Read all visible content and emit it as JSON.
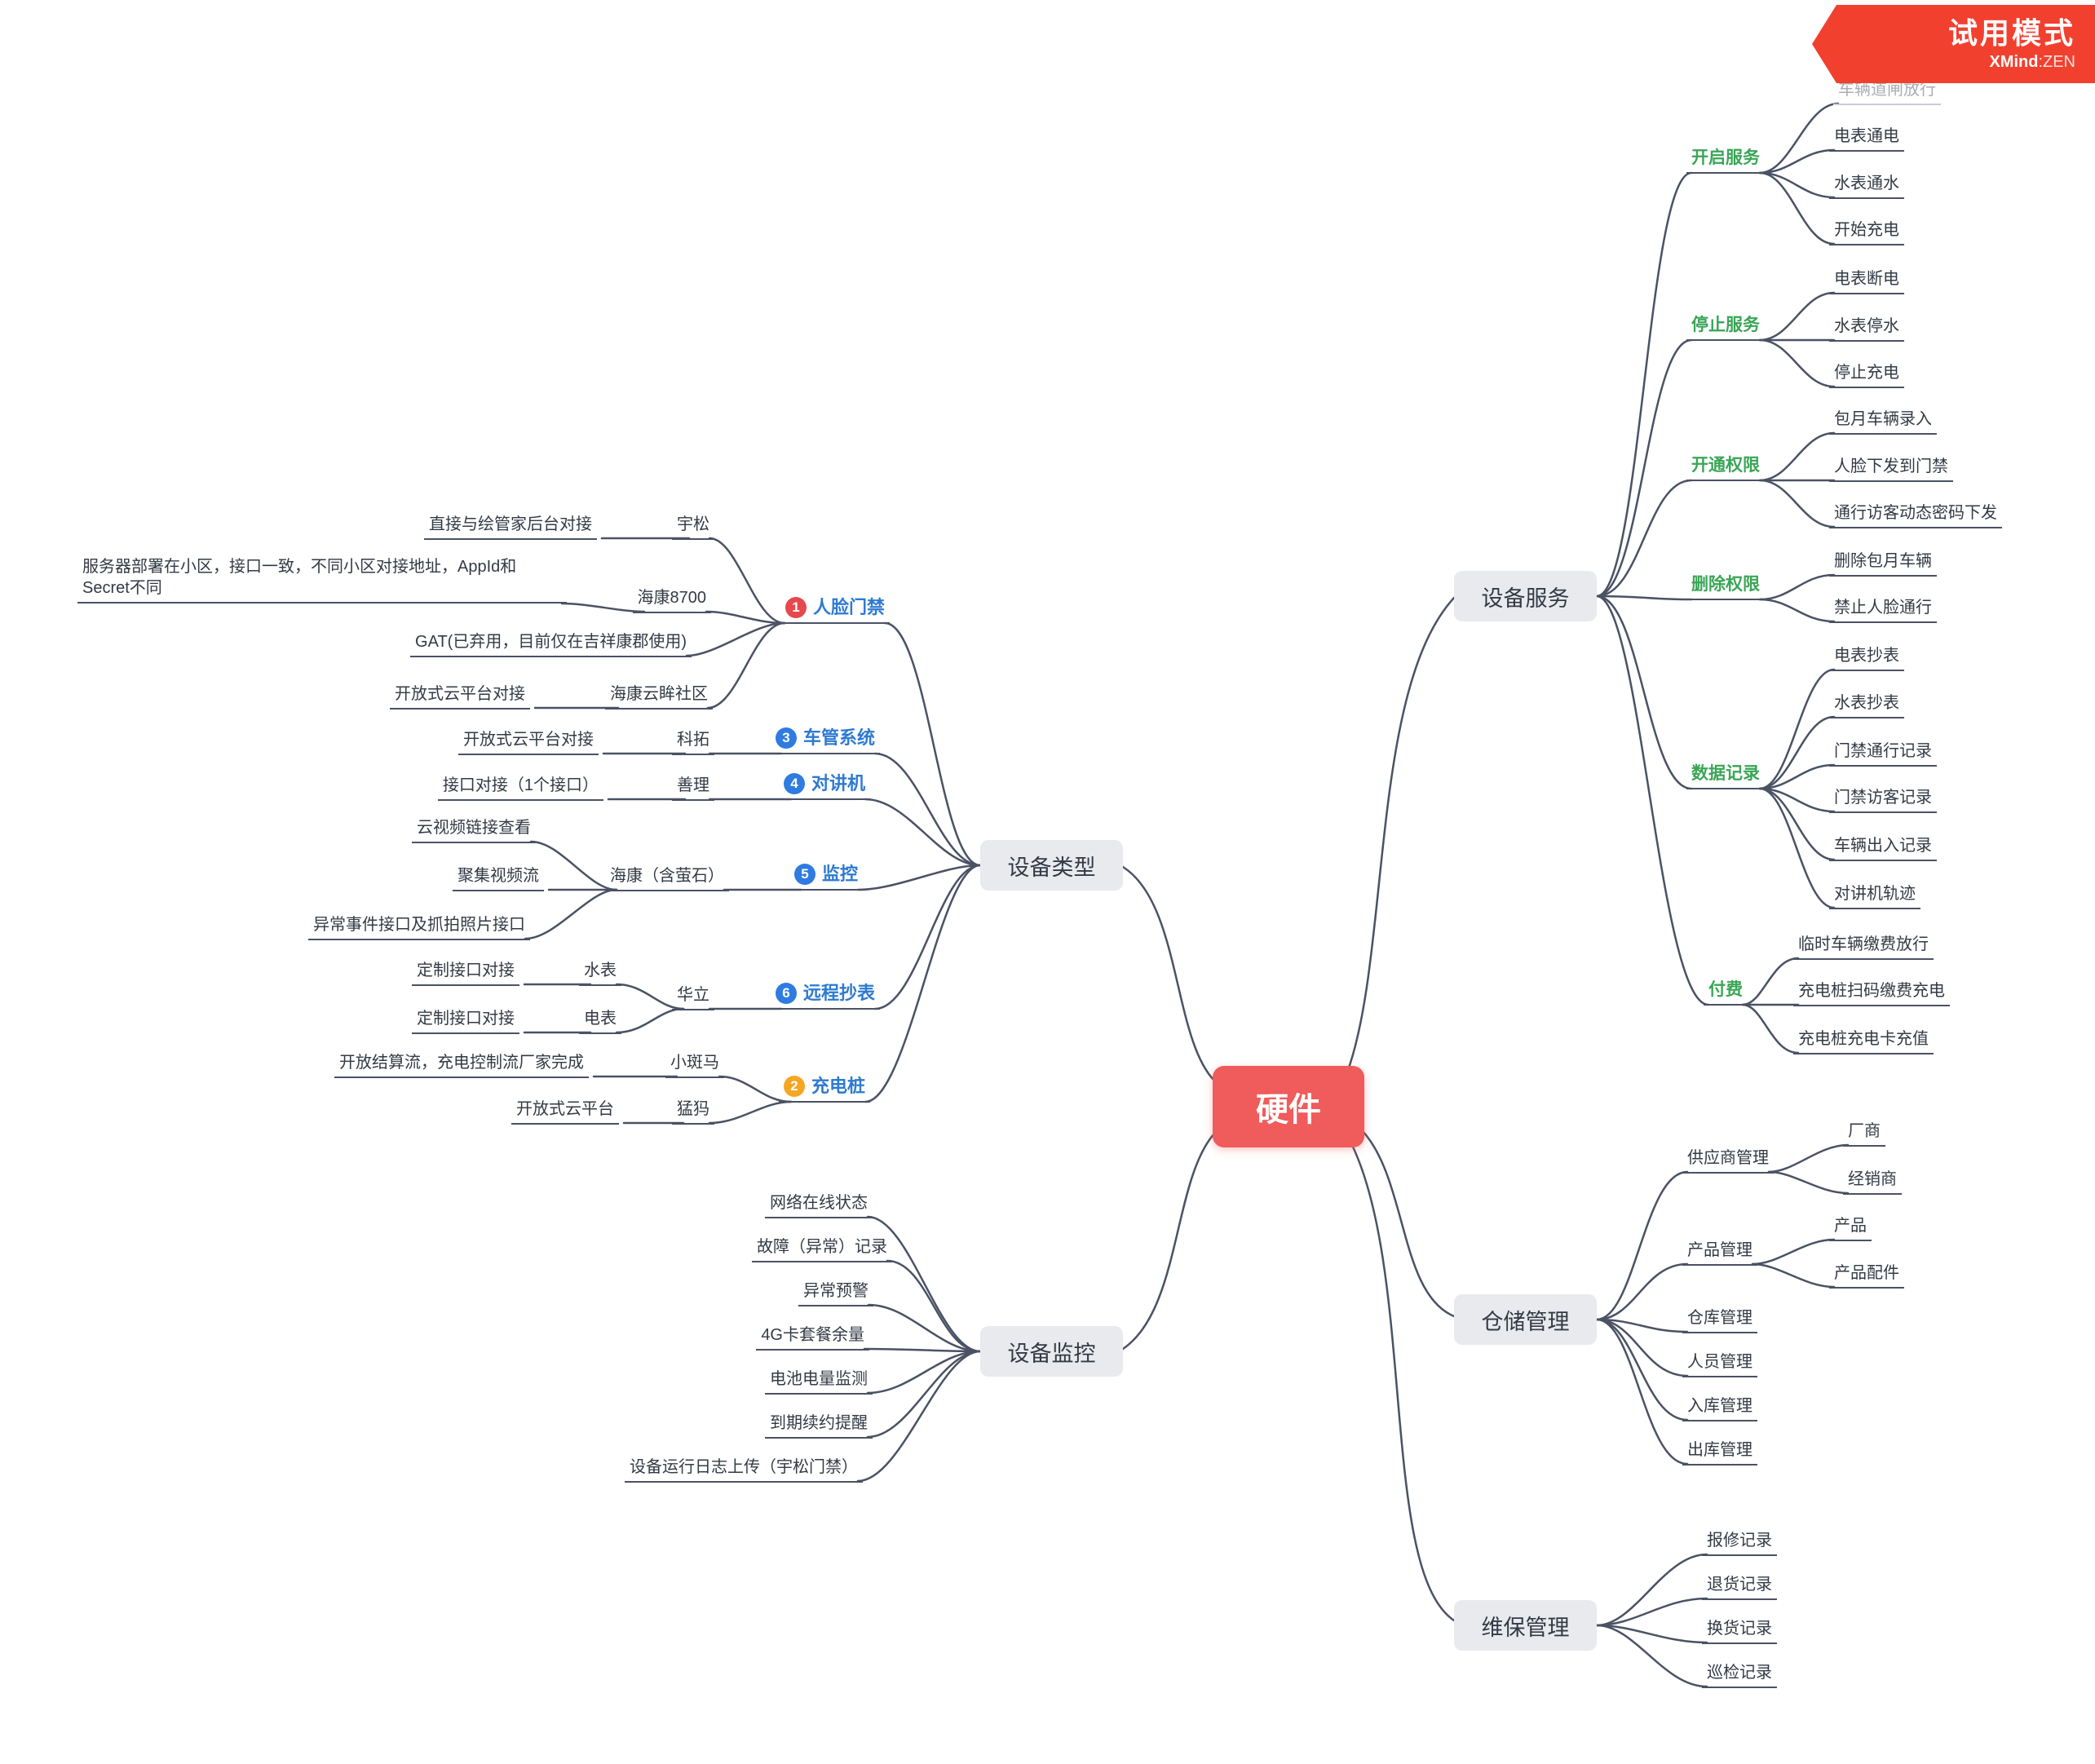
{
  "banner": {
    "title": "试用模式",
    "brand": "XMind",
    "brand_suffix": ":ZEN"
  },
  "root": "硬件",
  "mains": {
    "service": "设备服务",
    "type": "设备类型",
    "monitor": "设备监控",
    "warehouse": "仓储管理",
    "maintenance": "维保管理"
  },
  "colors": {
    "root_bg": "#f05b5b",
    "branch_bg": "#e9eaee",
    "line": "#4a5264",
    "category_blue": "#2e7ad1",
    "category_green": "#3aa557",
    "marker_red": "#e5484d",
    "marker_blue": "#2f7be0",
    "marker_orange": "#f5a623",
    "banner_bg": "#f2402f"
  },
  "type": {
    "face": {
      "num": "1",
      "label": "人脸门禁"
    },
    "vehicle": {
      "num": "3",
      "label": "车管系统"
    },
    "intercom": {
      "num": "4",
      "label": "对讲机"
    },
    "cctv": {
      "num": "5",
      "label": "监控"
    },
    "meter": {
      "num": "6",
      "label": "远程抄表"
    },
    "charger": {
      "num": "2",
      "label": "充电桩"
    },
    "yusong": "宇松",
    "yusong_note": "直接与绘管家后台对接",
    "hik8700": "海康8700",
    "hik8700_note": "服务器部署在小区，接口一致，不同小区对接地址，AppId和Secret不同",
    "gat": "GAT(已弃用，目前仅在吉祥康郡使用)",
    "hikyunmou": "海康云眸社区",
    "hikyunmou_note": "开放式云平台对接",
    "ketuo": "科拓",
    "ketuo_note": "开放式云平台对接",
    "shanli": "善理",
    "shanli_note": "接口对接（1个接口）",
    "hikys": "海康（含萤石）",
    "cctv_view": "云视频链接查看",
    "cctv_stream": "聚集视频流",
    "cctv_event": "异常事件接口及抓拍照片接口",
    "huali": "华立",
    "water": "水表",
    "water_note": "定制接口对接",
    "elec": "电表",
    "elec_note": "定制接口对接",
    "xiaobanma": "小斑马",
    "xiaobanma_note": "开放结算流，充电控制流厂家完成",
    "mengma": "猛犸",
    "mengma_note": "开放式云平台"
  },
  "monitor": {
    "items": [
      "网络在线状态",
      "故障（异常）记录",
      "异常预警",
      "4G卡套餐余量",
      "电池电量监测",
      "到期续约提醒",
      "设备运行日志上传（宇松门禁）"
    ]
  },
  "service": {
    "open": {
      "label": "开启服务",
      "items": [
        "车辆道闸放行",
        "电表通电",
        "水表通水",
        "开始充电"
      ]
    },
    "stop": {
      "label": "停止服务",
      "items": [
        "电表断电",
        "水表停水",
        "停止充电"
      ]
    },
    "grant": {
      "label": "开通权限",
      "items": [
        "包月车辆录入",
        "人脸下发到门禁",
        "通行访客动态密码下发"
      ]
    },
    "revoke": {
      "label": "删除权限",
      "items": [
        "删除包月车辆",
        "禁止人脸通行"
      ]
    },
    "records": {
      "label": "数据记录",
      "items": [
        "电表抄表",
        "水表抄表",
        "门禁通行记录",
        "门禁访客记录",
        "车辆出入记录",
        "对讲机轨迹"
      ]
    },
    "pay": {
      "label": "付费",
      "items": [
        "临时车辆缴费放行",
        "充电桩扫码缴费充电",
        "充电桩充电卡充值"
      ]
    }
  },
  "warehouse": {
    "supplier": {
      "label": "供应商管理",
      "items": [
        "厂商",
        "经销商"
      ]
    },
    "product": {
      "label": "产品管理",
      "items": [
        "产品",
        "产品配件"
      ]
    },
    "others": [
      "仓库管理",
      "人员管理",
      "入库管理",
      "出库管理"
    ]
  },
  "maintenance": {
    "items": [
      "报修记录",
      "退货记录",
      "换货记录",
      "巡检记录"
    ]
  }
}
